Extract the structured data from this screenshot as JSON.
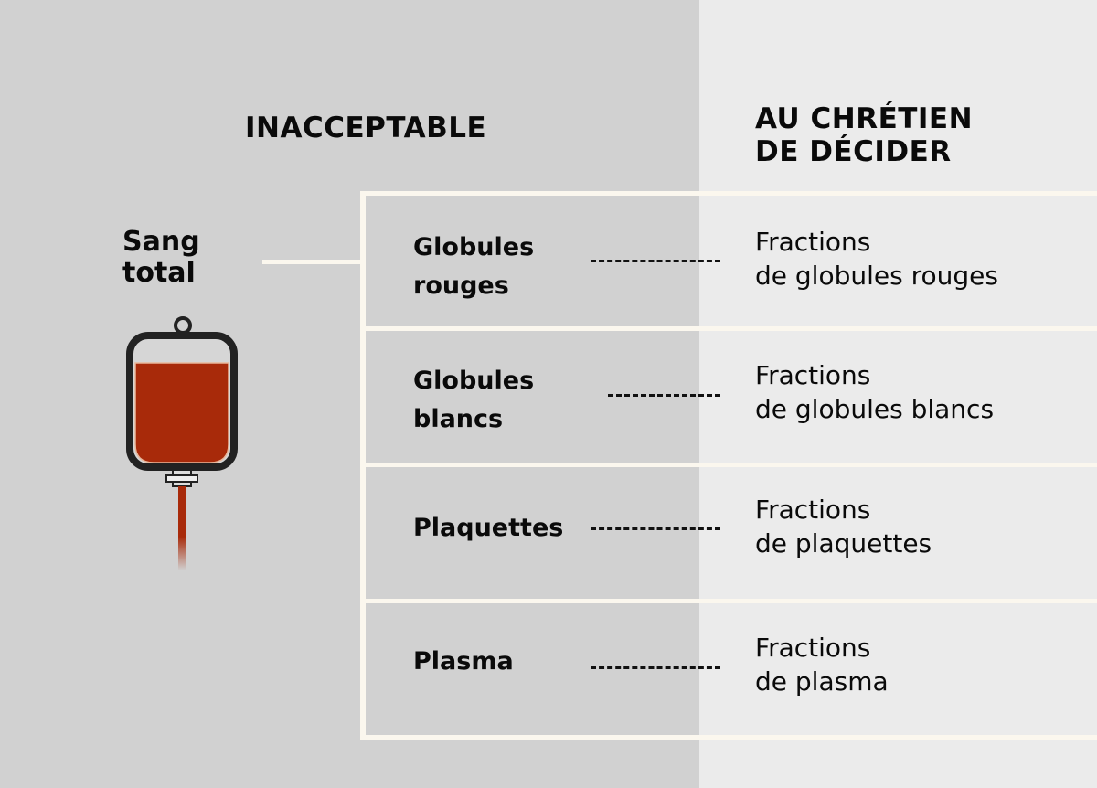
{
  "headings": {
    "left": "INACCEPTABLE",
    "right": "AU CHRÉTIEN\nDE DÉCIDER"
  },
  "source": {
    "label": "Sang\ntotal",
    "icon": "blood-bag-icon"
  },
  "rows": [
    {
      "component": "Globules\nrouges",
      "fraction": "Fractions\nde globules rouges"
    },
    {
      "component": "Globules\nblancs",
      "fraction": "Fractions\nde globules blancs"
    },
    {
      "component": "Plaquettes",
      "fraction": "Fractions\nde plaquettes"
    },
    {
      "component": "Plasma",
      "fraction": "Fractions\nde plasma"
    }
  ],
  "colors": {
    "left_panel": "#d1d1d1",
    "right_panel": "#ebebeb",
    "frame_lines": "#fbf7ee",
    "blood": "#a82a0a",
    "text": "#0a0a0a"
  }
}
